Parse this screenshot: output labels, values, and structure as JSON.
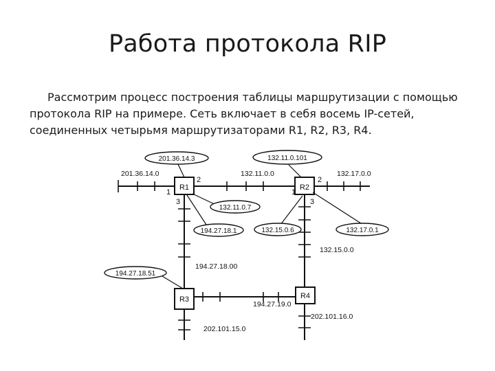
{
  "title": "Работа протокола RIP",
  "body": {
    "line1": "Рассмотрим процесс построения таблицы маршрутизации с помощью",
    "line2": "протокола RIP на примере. Сеть включает в себя восемь IP-сетей,",
    "line3": "соединенных четырьмя маршрутизаторами R1, R2, R3, R4."
  },
  "diagram": {
    "routers": {
      "r1": "R1",
      "r2": "R2",
      "r3": "R3",
      "r4": "R4"
    },
    "ports": {
      "r1_p1": "1",
      "r1_p2": "2",
      "r1_p3": "3",
      "r2_p1": "1",
      "r2_p2": "2",
      "r2_p3": "3"
    },
    "networks": {
      "net_201_36_14": "201.36.14.0",
      "net_132_11": "132.11.0.0",
      "net_132_17": "132.17.0.0",
      "net_132_15": "132.15.0.0",
      "net_194_27_18": "194.27.18.00",
      "net_194_27_19": "194.27.19.0",
      "net_202_101_16": "202.101.16.0",
      "net_202_101_15": "202.101.15.0"
    },
    "addresses": {
      "addr_201_36_14_3": "201.36.14.3",
      "addr_132_11_0_101": "132.11.0.101",
      "addr_132_11_0_7": "132.11.0.7",
      "addr_194_27_18_1": "194.27.18.1",
      "addr_132_15_0_6": "132.15.0.6",
      "addr_132_17_0_1": "132.17.0.1",
      "addr_194_27_18_51": "194.27.18.51"
    }
  }
}
